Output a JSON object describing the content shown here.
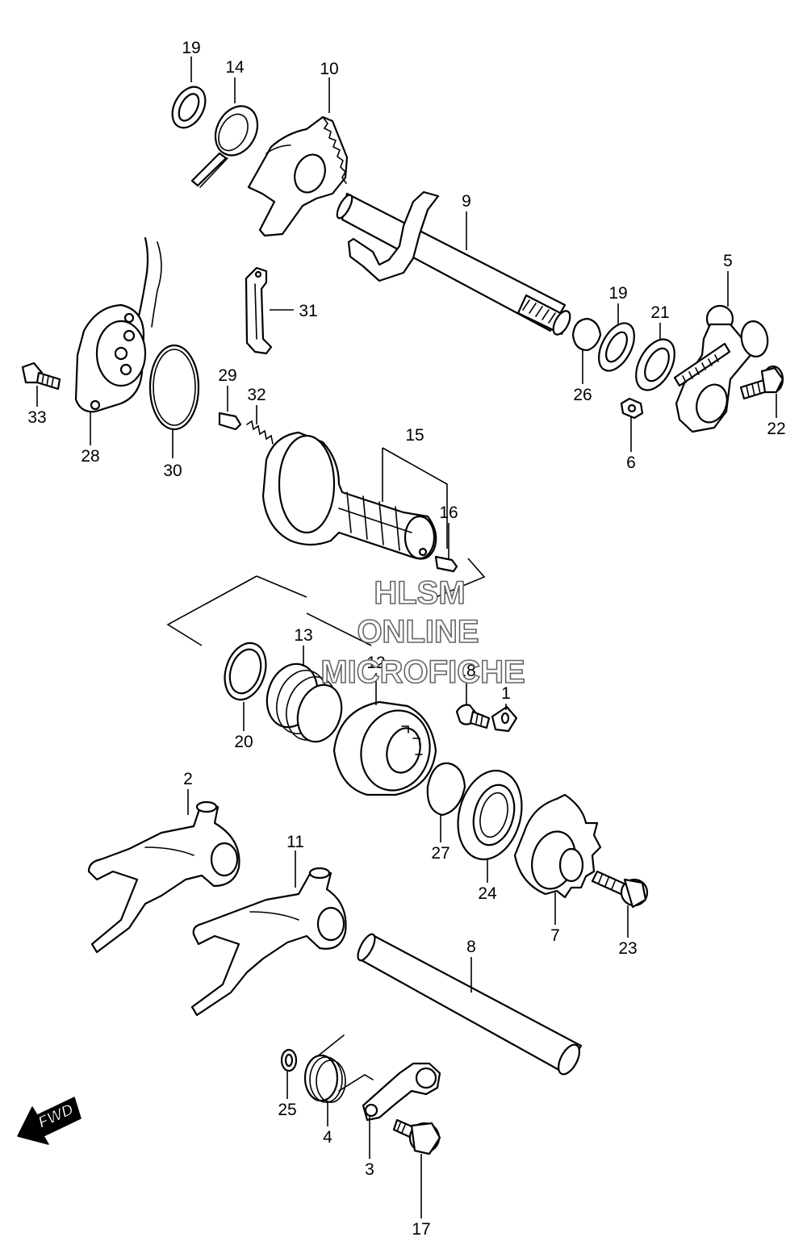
{
  "diagram": {
    "callouts": [
      "19",
      "14",
      "10",
      "9",
      "31",
      "5",
      "19",
      "21",
      "26",
      "22",
      "6",
      "33",
      "28",
      "30",
      "29",
      "32",
      "15",
      "16",
      "13",
      "12",
      "18",
      "1",
      "20",
      "2",
      "11",
      "27",
      "24",
      "7",
      "23",
      "8",
      "25",
      "4",
      "3",
      "17"
    ],
    "watermark": {
      "line1": "HLSM",
      "line2": "ONLINE",
      "line3": "MICROFICHE"
    },
    "fwd_label": "FWD"
  }
}
